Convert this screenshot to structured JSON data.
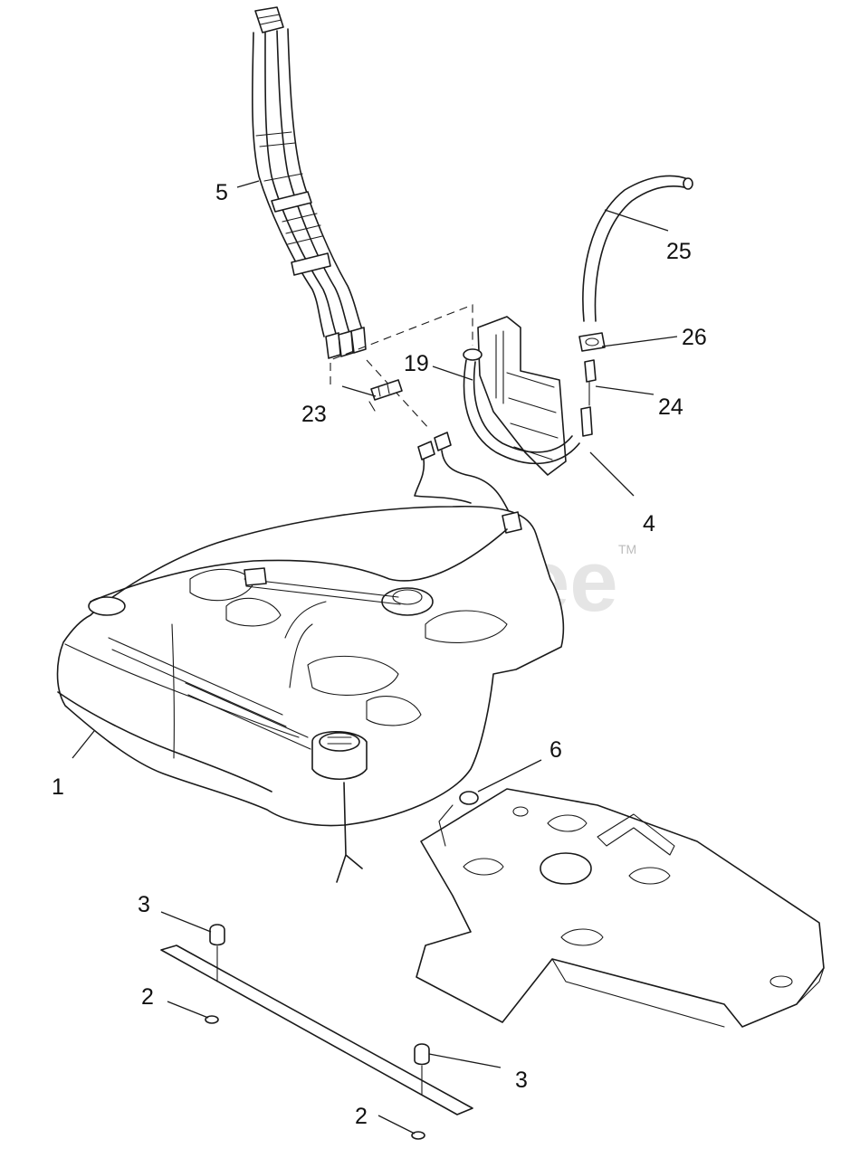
{
  "watermark": {
    "text": "PartsTree",
    "trademark": "TM"
  },
  "callouts": [
    {
      "id": "label-1",
      "text": "1"
    },
    {
      "id": "label-2a",
      "text": "2"
    },
    {
      "id": "label-2b",
      "text": "2"
    },
    {
      "id": "label-3a",
      "text": "3"
    },
    {
      "id": "label-3b",
      "text": "3"
    },
    {
      "id": "label-4",
      "text": "4"
    },
    {
      "id": "label-5",
      "text": "5"
    },
    {
      "id": "label-6",
      "text": "6"
    },
    {
      "id": "label-19",
      "text": "19"
    },
    {
      "id": "label-23",
      "text": "23"
    },
    {
      "id": "label-24",
      "text": "24"
    },
    {
      "id": "label-25",
      "text": "25"
    },
    {
      "id": "label-26",
      "text": "26"
    }
  ],
  "colors": {
    "line": "#1a1a1a",
    "background": "#ffffff",
    "watermark": "#d0d0d0"
  }
}
